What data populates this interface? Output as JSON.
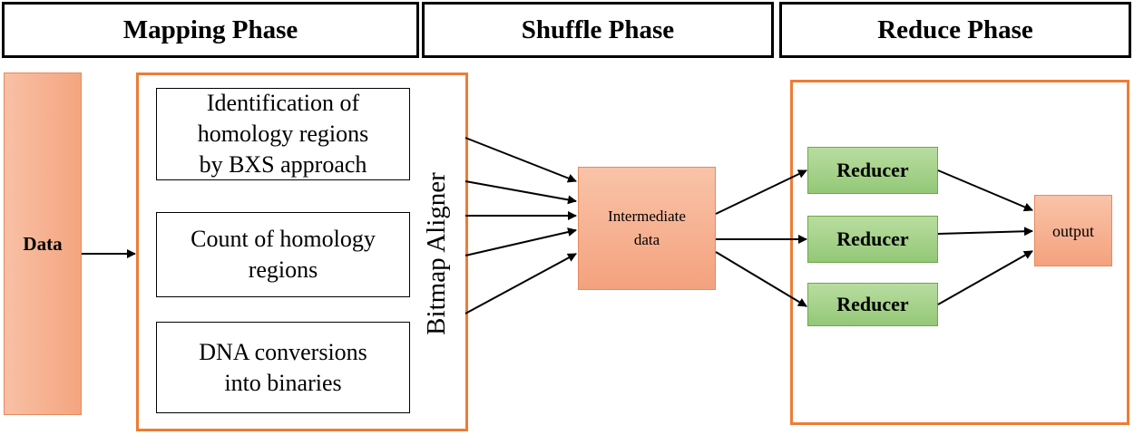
{
  "phases": {
    "mapping": "Mapping Phase",
    "shuffle": "Shuffle Phase",
    "reduce": "Reduce Phase"
  },
  "data_label": "Data",
  "mapper": {
    "vertical_label": "Bitmap Aligner",
    "steps": [
      "Identification  of\nhomology regions\nby BXS approach",
      "Count of homology\nregions",
      "DNA conversions\ninto binaries"
    ]
  },
  "intermediate_label": "Intermediate\ndata",
  "reducers": [
    "Reducer",
    "Reducer",
    "Reducer"
  ],
  "output_label": "output",
  "colors": {
    "frame_orange": "#ec7d34",
    "salmon": "#f4a57f",
    "reducer_green": "#93c877"
  }
}
